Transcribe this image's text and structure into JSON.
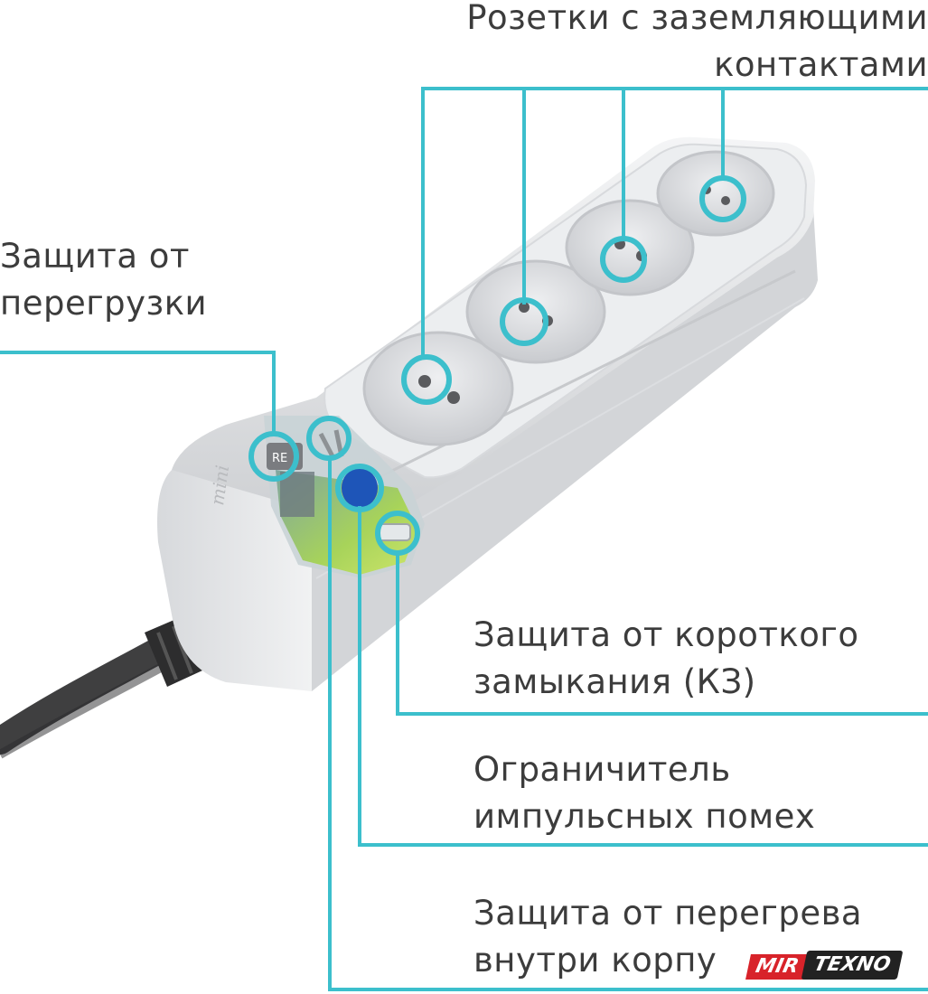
{
  "labels": {
    "sockets": [
      "Розетки с заземляющими",
      "контактами"
    ],
    "overload": [
      "Защита от",
      "перегрузки"
    ],
    "short_circuit": [
      "Защита от короткого",
      "замыкания (КЗ)"
    ],
    "surge": [
      "Ограничитель",
      "импульсных помех"
    ],
    "overheat": [
      "Защита от перегрева",
      "внутри корпу"
    ]
  },
  "product_marking": "mini",
  "reset_marking": "RE",
  "logo": {
    "part1": "MIR",
    "part2": "TEXNO"
  },
  "colors": {
    "callout": "#3cbfcc",
    "body": "#e9eaec",
    "socket": "#dcdde0",
    "board": "#9ccf52",
    "label_text": "#3c3c3c",
    "logo_red": "#d8232a"
  }
}
